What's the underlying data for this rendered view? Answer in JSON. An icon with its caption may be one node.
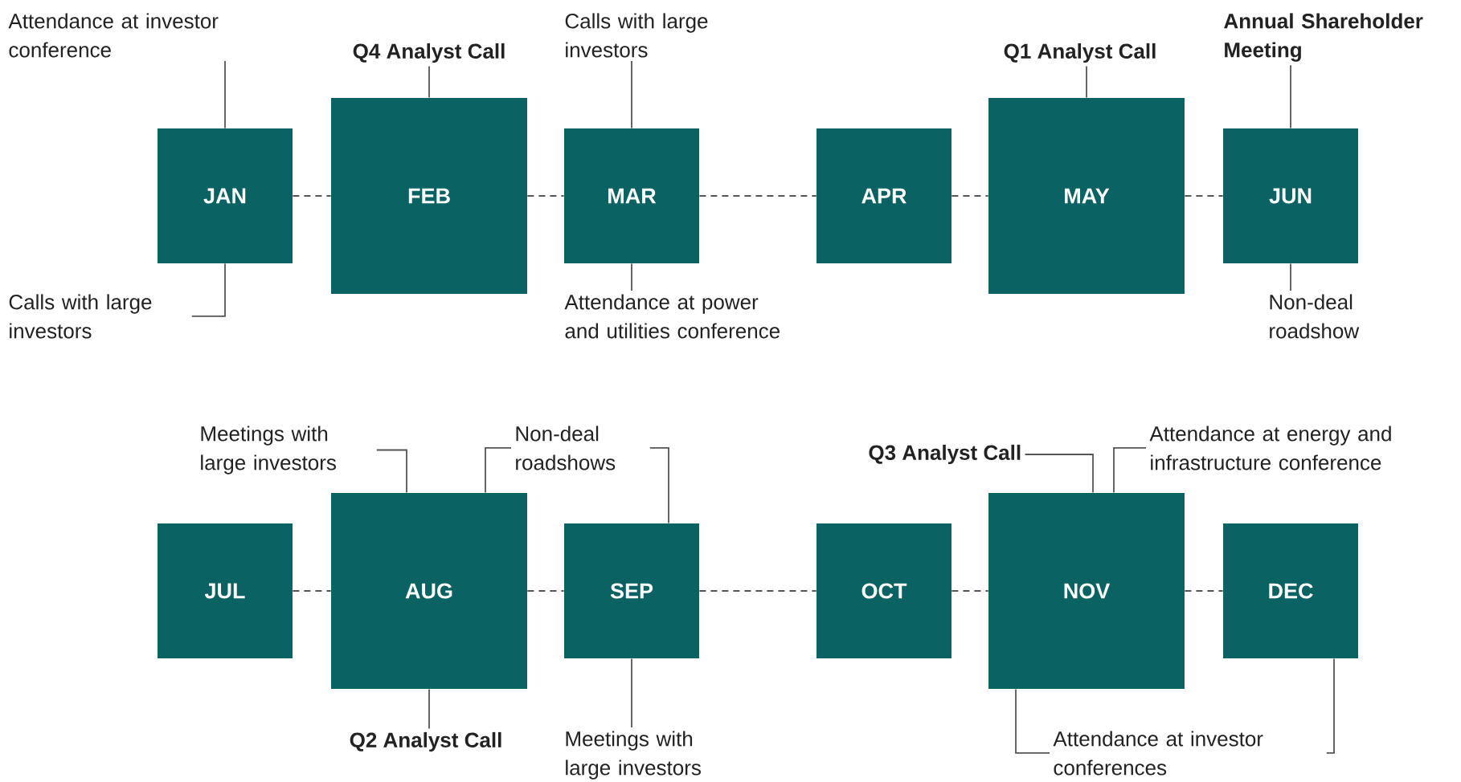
{
  "diagram": {
    "nodes": [
      {
        "text": [
          "JAN"
        ]
      },
      {
        "text": [
          "FEB"
        ]
      },
      {
        "text": [
          "MAR"
        ]
      },
      {
        "text": [
          "APR"
        ]
      },
      {
        "text": [
          "MAY"
        ]
      },
      {
        "text": [
          "JUN"
        ]
      },
      {
        "text": [
          "JUL"
        ]
      },
      {
        "text": [
          "AUG"
        ]
      },
      {
        "text": [
          "SEP"
        ]
      },
      {
        "text": [
          "OCT"
        ]
      },
      {
        "text": [
          "NOV"
        ]
      },
      {
        "text": [
          "DEC"
        ]
      },
      {
        "text": [
          "Attendance at investor conference"
        ]
      },
      {
        "text": [
          "Q4 Analyst Call"
        ]
      },
      {
        "text": [
          "Calls with large investors"
        ]
      },
      {
        "text": [
          "Q1 Analyst Call"
        ]
      },
      {
        "text": [
          "Annual Shareholder Meeting"
        ]
      },
      {
        "text": [
          "Calls with large investors"
        ]
      },
      {
        "text": [
          "Attendance at power and utilities conference"
        ]
      },
      {
        "text": [
          "Non-deal roadshow"
        ]
      },
      {
        "text": [
          "Meetings with large investors"
        ]
      },
      {
        "text": [
          "Non-deal roadshows"
        ]
      },
      {
        "text": [
          "Q3 Analyst Call"
        ]
      },
      {
        "text": [
          "Attendance at energy and infrastructure conference"
        ]
      },
      {
        "text": [
          "Q2 Analyst Call"
        ]
      },
      {
        "text": [
          "Meetings with large investors"
        ]
      },
      {
        "text": [
          "Attendance at investor conferences"
        ]
      }
    ],
    "edges": [
      {
        "from": 0,
        "to": 1,
        "arrow": "none",
        "style": "dashed"
      },
      {
        "from": 1,
        "to": 2,
        "arrow": "none",
        "style": "dashed"
      },
      {
        "from": 2,
        "to": 3,
        "arrow": "none",
        "style": "dashed"
      },
      {
        "from": 3,
        "to": 4,
        "arrow": "none",
        "style": "dashed"
      },
      {
        "from": 4,
        "to": 5,
        "arrow": "none",
        "style": "dashed"
      },
      {
        "from": 6,
        "to": 7,
        "arrow": "none",
        "style": "dashed"
      },
      {
        "from": 7,
        "to": 8,
        "arrow": "none",
        "style": "dashed"
      },
      {
        "from": 8,
        "to": 9,
        "arrow": "none",
        "style": "dashed"
      },
      {
        "from": 9,
        "to": 10,
        "arrow": "none",
        "style": "dashed"
      },
      {
        "from": 10,
        "to": 11,
        "arrow": "none",
        "style": "dashed"
      },
      {
        "from": 12,
        "to": 0,
        "arrow": "none"
      },
      {
        "from": 13,
        "to": 1,
        "arrow": "none"
      },
      {
        "from": 14,
        "to": 2,
        "arrow": "none"
      },
      {
        "from": 15,
        "to": 4,
        "arrow": "none"
      },
      {
        "from": 16,
        "to": 5,
        "arrow": "none"
      },
      {
        "from": 17,
        "to": 0,
        "arrow": "none"
      },
      {
        "from": 18,
        "to": 2,
        "arrow": "none"
      },
      {
        "from": 19,
        "to": 5,
        "arrow": "none"
      },
      {
        "from": 20,
        "to": 7,
        "arrow": "none"
      },
      {
        "from": 21,
        "to": 7,
        "arrow": "none"
      },
      {
        "from": 21,
        "to": 8,
        "arrow": "none"
      },
      {
        "from": 22,
        "to": 10,
        "arrow": "none"
      },
      {
        "from": 23,
        "to": 10,
        "arrow": "none"
      },
      {
        "from": 24,
        "to": 7,
        "arrow": "none"
      },
      {
        "from": 25,
        "to": 8,
        "arrow": "none"
      },
      {
        "from": 26,
        "to": 10,
        "arrow": "none"
      },
      {
        "from": 26,
        "to": 11,
        "arrow": "none"
      }
    ]
  }
}
